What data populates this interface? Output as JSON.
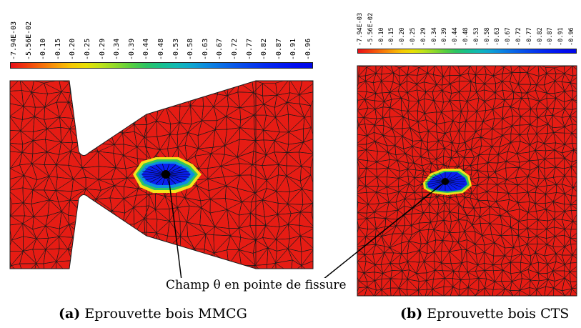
{
  "colorbar": {
    "ticks": [
      "-7.94E-03",
      "-5.56E-02",
      "-0.10",
      "-0.15",
      "-0.20",
      "-0.25",
      "-0.29",
      "-0.34",
      "-0.39",
      "-0.44",
      "-0.48",
      "-0.53",
      "-0.58",
      "-0.63",
      "-0.67",
      "-0.72",
      "-0.77",
      "-0.82",
      "-0.87",
      "-0.91",
      "-0.96"
    ],
    "colors": [
      "#e8101a",
      "#f13a0e",
      "#f66a0a",
      "#f89a07",
      "#f7c704",
      "#e8e004",
      "#bde21a",
      "#8ed92b",
      "#57cf40",
      "#2cc464",
      "#17c08d",
      "#11b9b4",
      "#0ea6d0",
      "#0c8ae0",
      "#0a6ee6",
      "#0854ea",
      "#063ded",
      "#0428f0",
      "#0219f0",
      "#010bef",
      "#0008e6"
    ]
  },
  "mesh": {
    "field_color": "#e61c14",
    "line_color": "#1a1a1a"
  },
  "annotation": {
    "text": "Champ θ en pointe de fissure"
  },
  "captions": {
    "a_label": "(a)",
    "a_text": " Eprouvette bois MMCG",
    "b_label": "(b)",
    "b_text": " Eprouvette bois CTS"
  }
}
